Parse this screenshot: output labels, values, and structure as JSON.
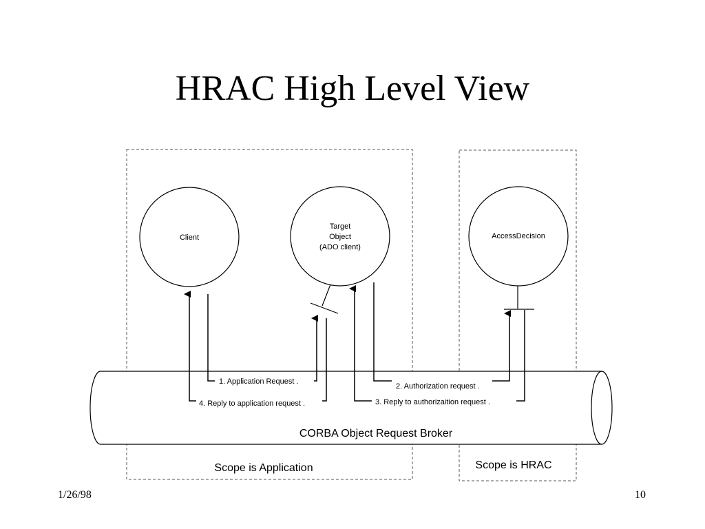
{
  "slide": {
    "title": "HRAC High Level View",
    "date": "1/26/98",
    "page_number": "10"
  },
  "diagram": {
    "nodes": {
      "client": "Client",
      "target_object": [
        "Target",
        "Object",
        "(ADO client)"
      ],
      "access_decision": "AccessDecision"
    },
    "flows": {
      "step1": "1. Application Request .",
      "step2": "2. Authorization request .",
      "step3": "3. Reply to authorizaition request .",
      "step4": "4. Reply to application request ."
    },
    "orb_label": "CORBA Object Request Broker",
    "scopes": {
      "application": "Scope is Application",
      "hrac": "Scope is HRAC"
    }
  }
}
